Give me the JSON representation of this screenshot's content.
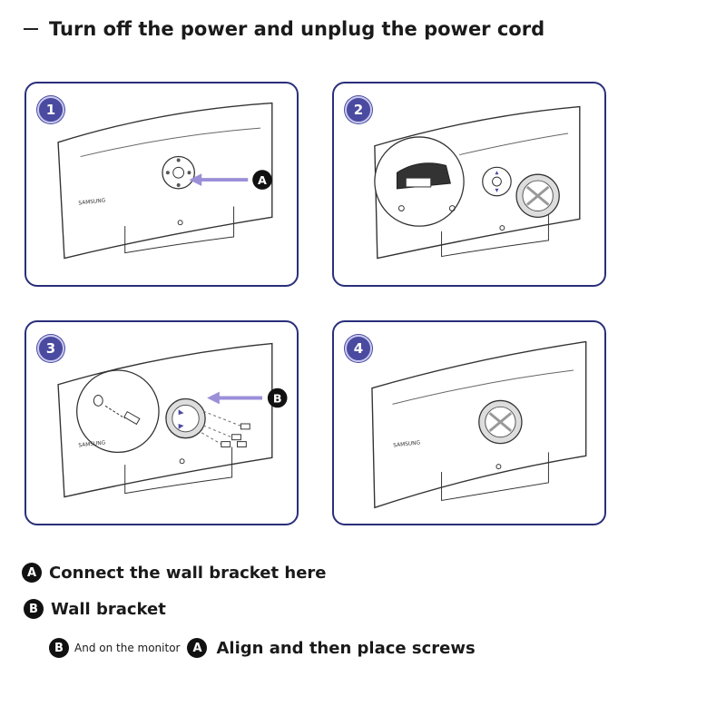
{
  "header": {
    "title": "Turn off the power and unplug the power cord"
  },
  "panels": [
    {
      "step": "1",
      "callout": "A",
      "brand": "SAMSUNG"
    },
    {
      "step": "2"
    },
    {
      "step": "3",
      "callout": "B",
      "brand": "SAMSUNG"
    },
    {
      "step": "4",
      "brand": "SAMSUNG"
    }
  ],
  "legend": {
    "a": {
      "marker": "A",
      "text": "Connect the wall bracket here"
    },
    "b": {
      "marker": "B",
      "text": "Wall bracket"
    },
    "c": {
      "marker1": "B",
      "small_text": "And on the monitor",
      "marker2": "A",
      "text": "Align and then place screws"
    }
  },
  "colors": {
    "panel_border": "#2a2f7a",
    "step_badge": "#4a4aa0",
    "arrow": "#9b8fd8",
    "callout_marker": "#111111"
  },
  "icons": {
    "step_badge": "numbered-circle",
    "callout_marker": "lettered-black-circle",
    "arrow": "pointer-arrow"
  }
}
